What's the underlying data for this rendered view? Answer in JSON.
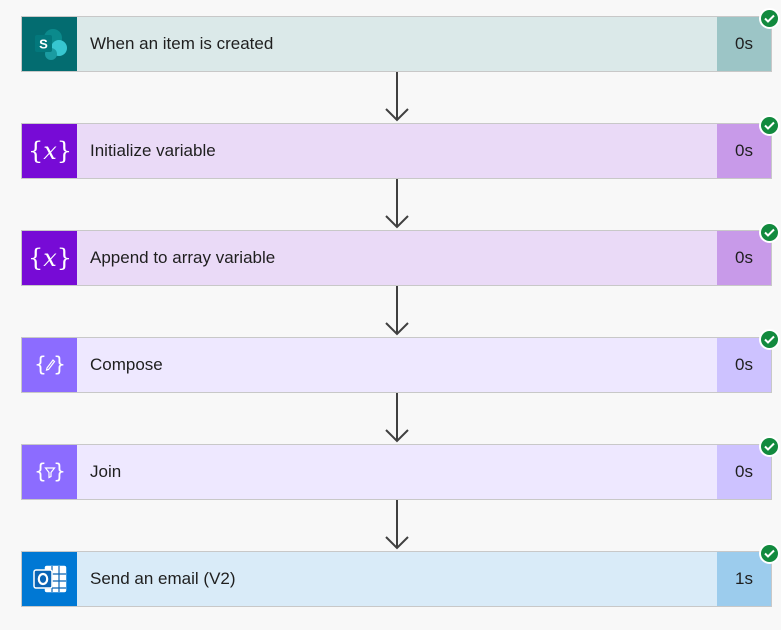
{
  "flow": {
    "steps": [
      {
        "title": "When an item is created",
        "duration": "0s",
        "icon": "sharepoint-icon",
        "status": "succeeded",
        "theme_color": "#036c70"
      },
      {
        "title": "Initialize variable",
        "duration": "0s",
        "icon": "variable-icon",
        "status": "succeeded",
        "theme_color": "#770bd6"
      },
      {
        "title": "Append to array variable",
        "duration": "0s",
        "icon": "variable-icon",
        "status": "succeeded",
        "theme_color": "#770bd6"
      },
      {
        "title": "Compose",
        "duration": "0s",
        "icon": "compose-icon",
        "status": "succeeded",
        "theme_color": "#8c6cff"
      },
      {
        "title": "Join",
        "duration": "0s",
        "icon": "join-icon",
        "status": "succeeded",
        "theme_color": "#8c6cff"
      },
      {
        "title": "Send an email (V2)",
        "duration": "1s",
        "icon": "outlook-icon",
        "status": "succeeded",
        "theme_color": "#0078d4"
      }
    ]
  },
  "colors": {
    "success": "#128a3e",
    "connector": "#404040",
    "background": "#f8f8f8"
  }
}
